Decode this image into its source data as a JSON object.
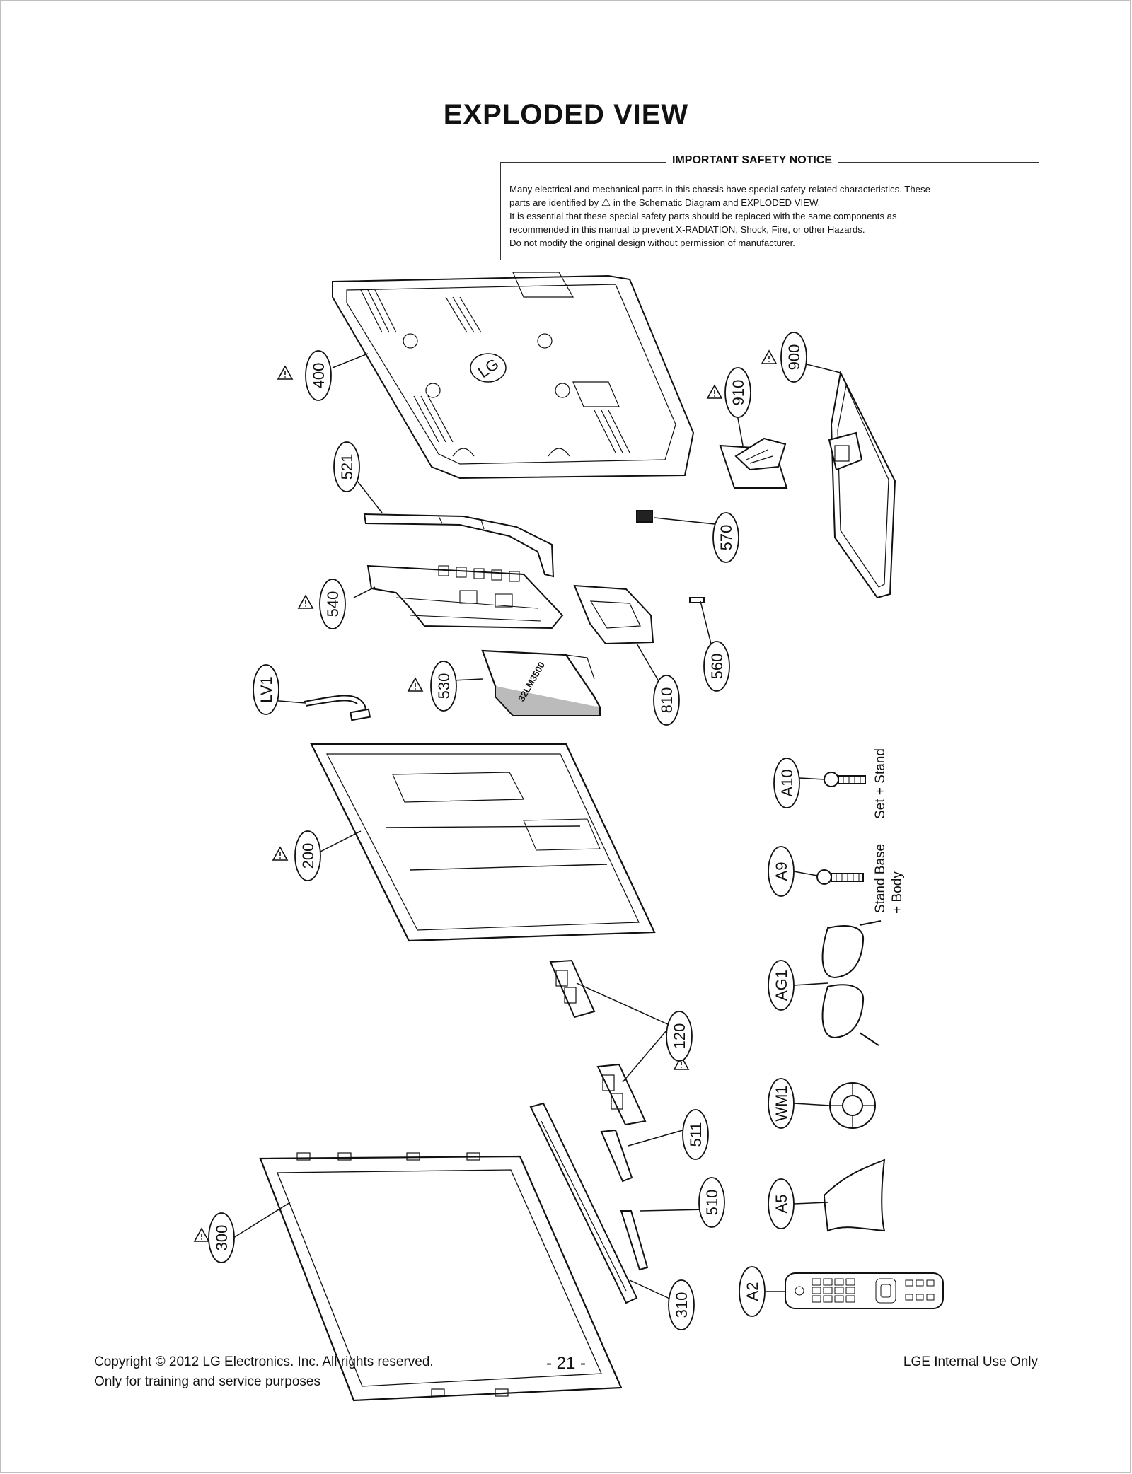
{
  "page": {
    "title": "EXPLODED VIEW",
    "page_number": "- 21 -"
  },
  "notice": {
    "heading": "IMPORTANT SAFETY NOTICE",
    "line1": "Many electrical and mechanical parts in this chassis have special safety-related characteristics. These",
    "line2a": "parts are identified by",
    "warn_symbol": "⚠",
    "line2b": "in the Schematic Diagram and EXPLODED VIEW.",
    "line3": "It is essential that these special safety parts should be replaced with the same components as",
    "line4": "recommended in this manual to prevent X-RADIATION, Shock, Fire, or other Hazards.",
    "line5": "Do not modify the original design without permission of manufacturer."
  },
  "parts": {
    "p400": "400",
    "p521": "521",
    "p540": "540",
    "pLV1": "LV1",
    "p530": "530",
    "p200": "200",
    "p300": "300",
    "p310": "310",
    "p510": "510",
    "p511": "511",
    "p120": "120",
    "p810": "810",
    "p560": "560",
    "p570": "570",
    "p910": "910",
    "p900": "900",
    "pA10": "A10",
    "pA9": "A9",
    "pAG1": "AG1",
    "pWM1": "WM1",
    "pA5": "A5",
    "pA2": "A2"
  },
  "screw_labels": {
    "a10": "Set + Stand",
    "a9_line1": "Stand Base",
    "a9_line2": "+ Body"
  },
  "panel_marking": {
    "logo": "LG",
    "module_text": "32LM3500"
  },
  "footer": {
    "copyright": "Copyright  © 2012  LG Electronics. Inc. All rights reserved.",
    "purpose": "Only for training and service purposes",
    "internal": "LGE Internal Use Only"
  }
}
